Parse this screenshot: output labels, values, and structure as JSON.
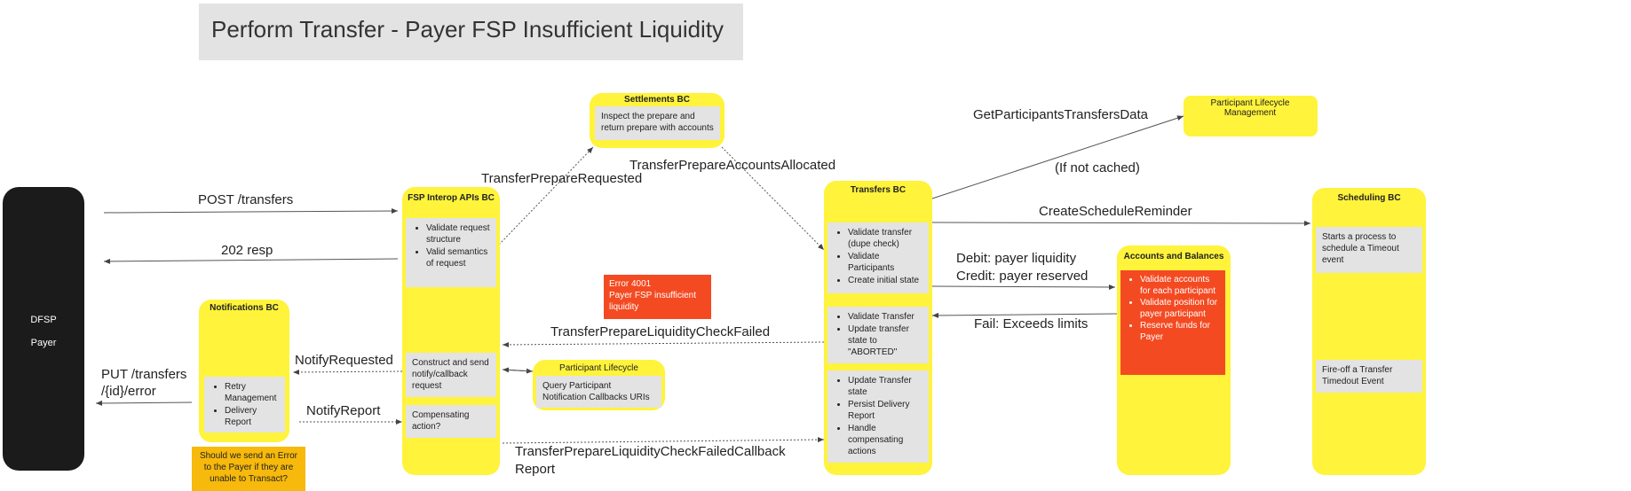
{
  "title": "Perform Transfer - Payer FSP Insufficient Liquidity",
  "dfsp": {
    "line1": "DFSP",
    "line2": "Payer"
  },
  "fsp_interop": {
    "heading": "FSP Interop APIs BC",
    "validate_items": [
      "Validate request structure",
      "Valid semantics of request"
    ],
    "construct_text": "Construct and send notify/callback request",
    "compensating_text": "Compensating action?"
  },
  "notifications": {
    "heading": "Notifications BC",
    "items": [
      "Retry Management",
      "Delivery Report"
    ]
  },
  "question_note": "Should we send an Error to the Payer if they are unable to Transact?",
  "settlements": {
    "heading": "Settlements BC",
    "text": "Inspect the prepare and return prepare with accounts"
  },
  "error_note": {
    "line1": "Error 4001",
    "line2": "Payer FSP insufficient liquidity"
  },
  "participant_lifecycle_small": {
    "heading": "Participant Lifecycle",
    "text": "Query Participant Notification Callbacks URIs"
  },
  "transfers": {
    "heading": "Transfers BC",
    "box1_items": [
      "Validate transfer (dupe check)",
      "Validate Participants",
      "Create initial state"
    ],
    "box2_items": [
      "Validate Transfer",
      "Update transfer state to \"ABORTED\""
    ],
    "box3_items": [
      "Update Transfer state",
      "Persist Delivery Report",
      "Handle compensating actions"
    ]
  },
  "participant_lifecycle_mgmt": {
    "heading": "Participant Lifecycle Management"
  },
  "accounts_balances": {
    "heading": "Accounts and Balances BC",
    "items": [
      "Validate accounts for each participant",
      "Validate position for payer participant",
      "Reserve funds for Payer"
    ]
  },
  "scheduling": {
    "heading": "Scheduling BC",
    "text1": "Starts a process to schedule a Timeout event",
    "text2": "Fire-off a Transfer Timedout Event"
  },
  "edge_labels": {
    "post_transfers": "POST /transfers",
    "resp_202": "202 resp",
    "put_transfers_1": "PUT /transfers",
    "put_transfers_2": "/{id}/error",
    "notify_requested": "NotifyRequested",
    "notify_report": "NotifyReport",
    "prepare_requested": "TransferPrepareRequested",
    "prepare_allocated": "TransferPrepareAccountsAllocated",
    "liquidity_failed": "TransferPrepareLiquidityCheckFailed",
    "liquidity_failed_callback_1": "TransferPrepareLiquidityCheckFailedCallback",
    "liquidity_failed_callback_2": "Report",
    "get_participants": "GetParticipantsTransfersData",
    "not_cached": "(If not cached)",
    "create_reminder": "CreateScheduleReminder",
    "debit": "Debit: payer liquidity",
    "credit": "Credit: payer reserved",
    "fail_limits": "Fail: Exceeds limits"
  }
}
